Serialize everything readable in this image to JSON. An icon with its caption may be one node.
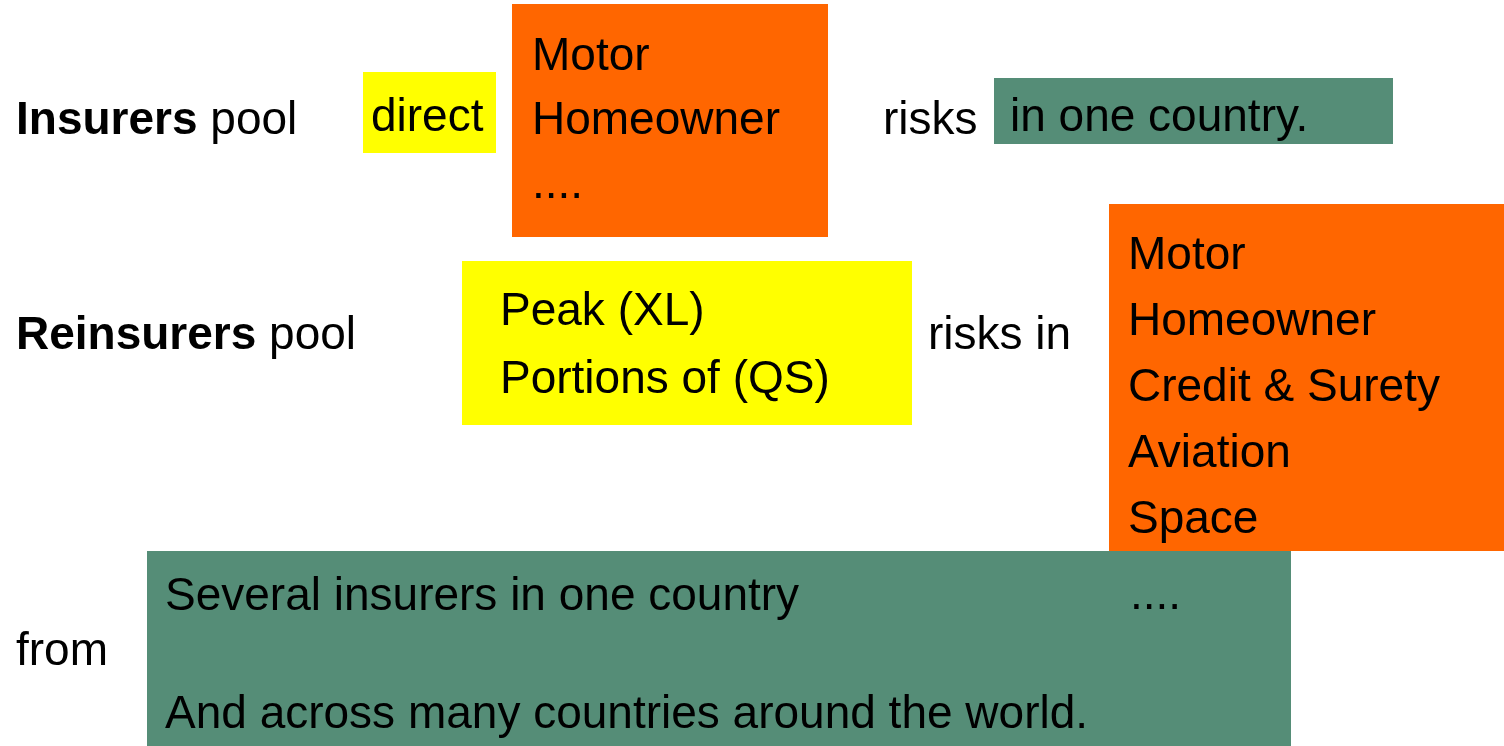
{
  "diagram": {
    "nodes": [
      {
        "text": [
          "direct"
        ]
      },
      {
        "text": [
          "Motor",
          "Homeowner",
          "...."
        ]
      },
      {
        "text": [
          "in one country."
        ]
      },
      {
        "text": [
          "Peak (XL)",
          "Portions of (QS)"
        ]
      },
      {
        "text": [
          "Motor",
          "Homeowner",
          "Credit & Surety",
          "Aviation",
          "Space"
        ]
      },
      {
        "text": [
          "Several insurers in one country",
          "And across many countries around the world."
        ]
      }
    ],
    "labels": [
      "**Insurers** pool",
      "risks",
      "**Reinsurers** pool",
      "risks in",
      "....",
      "from"
    ]
  }
}
